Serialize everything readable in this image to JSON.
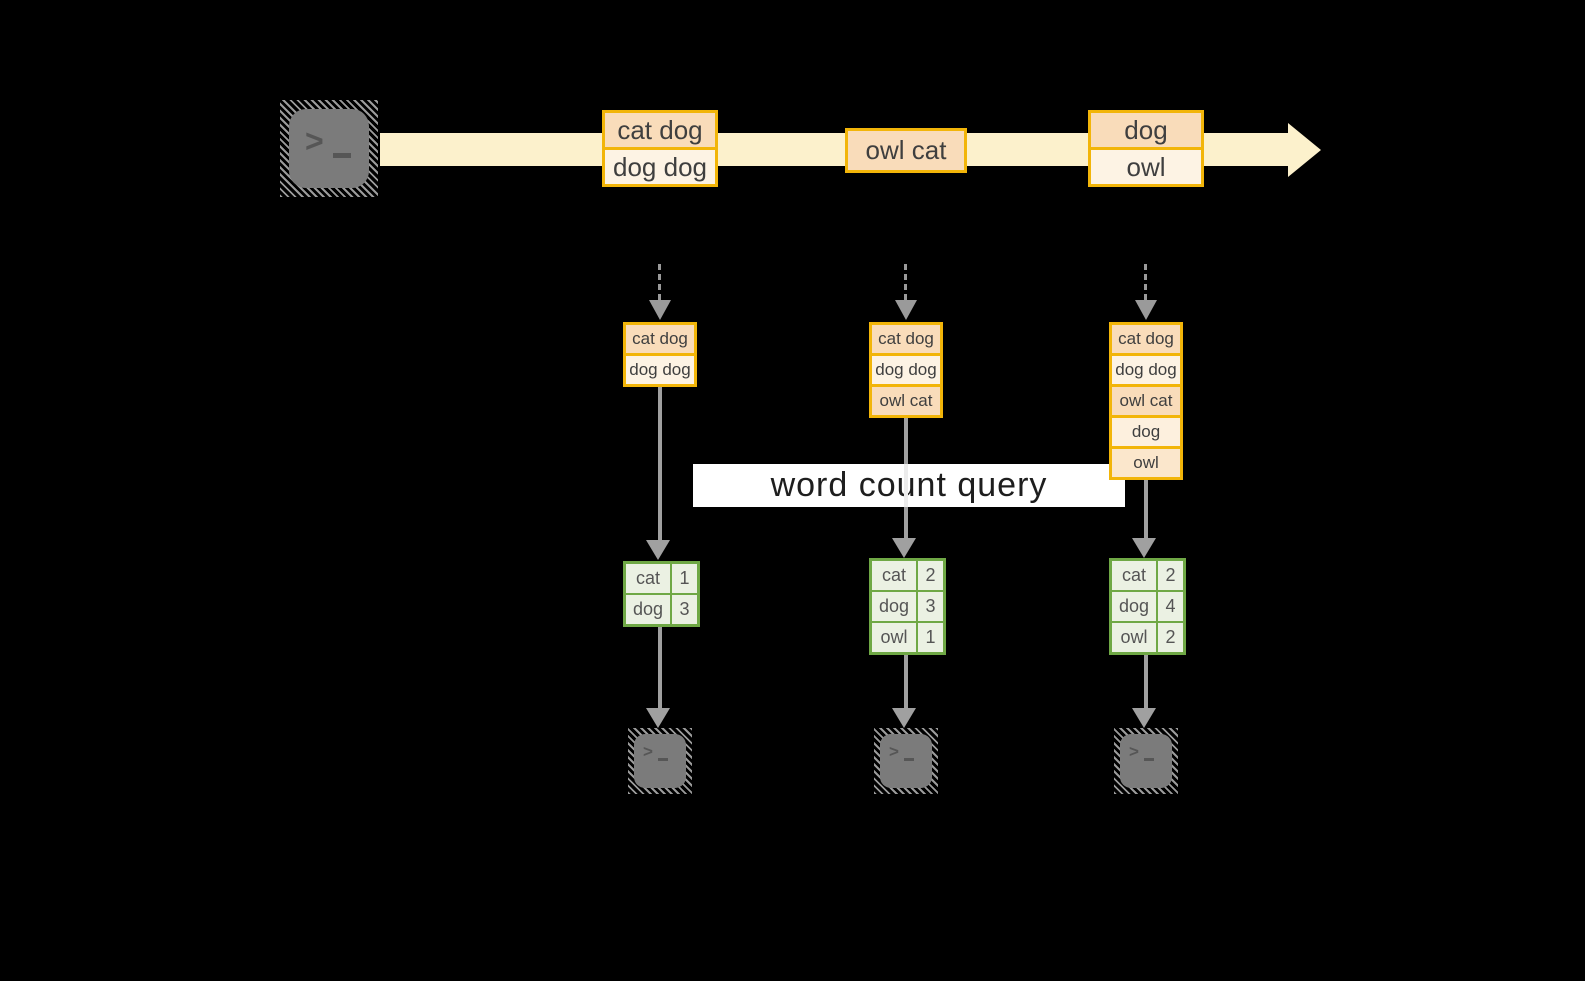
{
  "diagram": {
    "query_label": "word count query",
    "source": {
      "icon": "terminal-icon"
    },
    "stream_events": [
      {
        "lines": [
          "cat dog",
          "dog dog"
        ]
      },
      {
        "lines": [
          "owl cat"
        ]
      },
      {
        "lines": [
          "dog",
          "owl"
        ]
      }
    ],
    "snapshots": [
      {
        "lines": [
          "cat dog",
          "dog dog"
        ]
      },
      {
        "lines": [
          "cat dog",
          "dog dog",
          "owl cat"
        ]
      },
      {
        "lines": [
          "cat dog",
          "dog dog",
          "owl cat",
          "dog",
          "owl"
        ]
      }
    ],
    "count_tables": [
      {
        "rows": [
          {
            "word": "cat",
            "count": "1"
          },
          {
            "word": "dog",
            "count": "3"
          }
        ]
      },
      {
        "rows": [
          {
            "word": "cat",
            "count": "2"
          },
          {
            "word": "dog",
            "count": "3"
          },
          {
            "word": "owl",
            "count": "1"
          }
        ]
      },
      {
        "rows": [
          {
            "word": "cat",
            "count": "2"
          },
          {
            "word": "dog",
            "count": "4"
          },
          {
            "word": "owl",
            "count": "2"
          }
        ]
      }
    ],
    "sinks": [
      {
        "icon": "terminal-icon"
      },
      {
        "icon": "terminal-icon"
      },
      {
        "icon": "terminal-icon"
      }
    ],
    "colors": {
      "background": "#000000",
      "stream_arrow": "#fcf1cc",
      "event_border": "#f2b509",
      "event_fill_dark": "#f9dcba",
      "event_fill_light": "#fdf3e4",
      "table_border": "#6fa845",
      "table_cell": "#ebf1e3",
      "connector_gray": "#a0a0a0",
      "terminal_gray": "#7b7b7b",
      "query_band": "#ffffff"
    }
  }
}
